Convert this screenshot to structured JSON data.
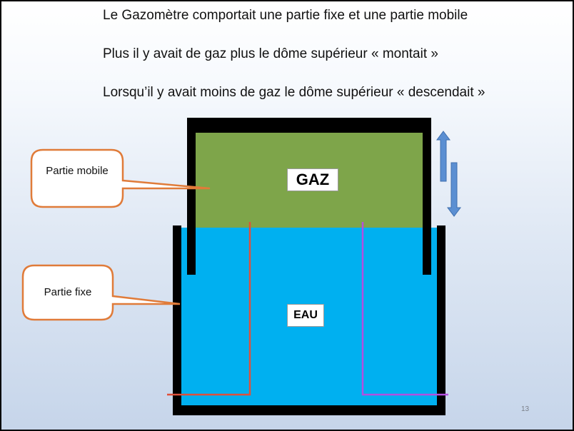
{
  "slide": {
    "lines": [
      "Le Gazomètre comportait une partie fixe et une partie mobile",
      "Plus il y avait de gaz plus le dôme supérieur « montait »",
      "Lorsqu’il y avait moins de gaz le dôme supérieur « descendait »"
    ],
    "page_number": "13"
  },
  "diagram": {
    "gas_label": "GAZ",
    "water_label": "EAU",
    "callout_mobile": "Partie mobile",
    "callout_fixe": "Partie fixe",
    "colors": {
      "gas": "#7ea54a",
      "water": "#00b0f0",
      "wall": "#000000",
      "callout_border": "#e07b39",
      "arrow": "#5b8fd2",
      "pipe_left": "#e0503a",
      "pipe_right": "#b44fe0"
    }
  }
}
